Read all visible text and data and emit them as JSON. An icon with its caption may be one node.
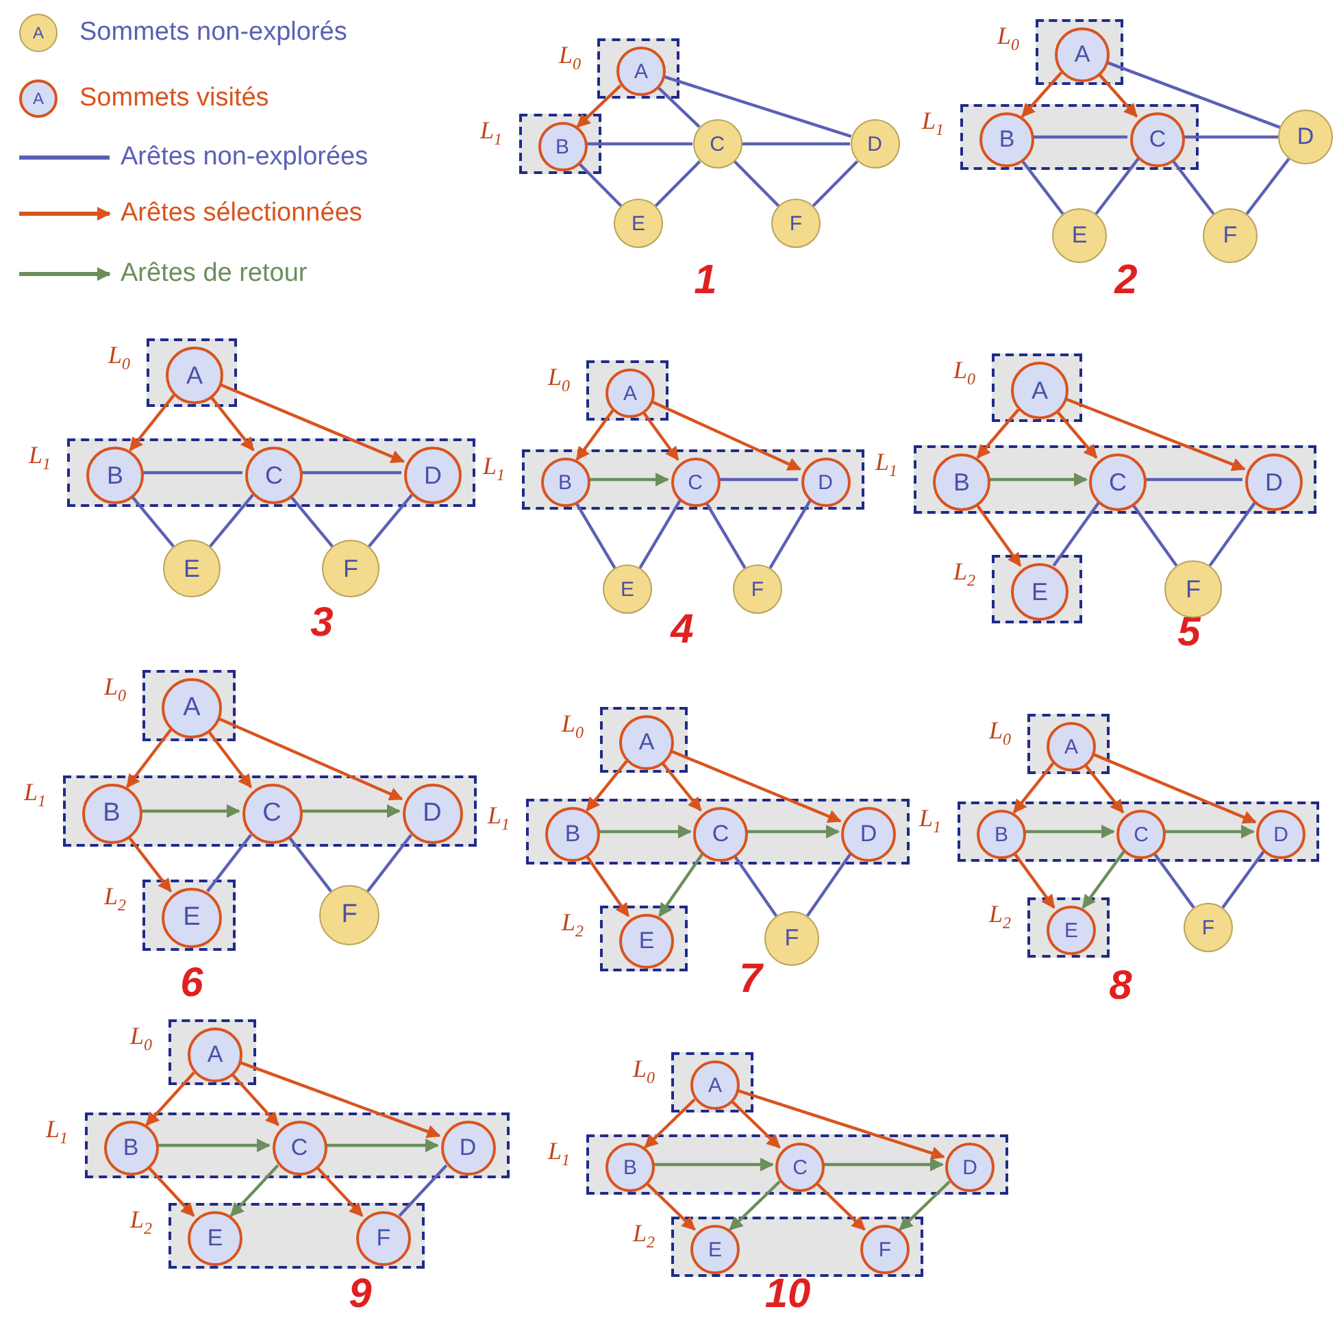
{
  "diagram": {
    "nodes": [
      {
        "text": [
          "L$_{0}$"
        ]
      },
      {
        "text": [
          "A"
        ],
        "in": 0
      },
      {
        "text": [
          "L$_{1}$"
        ]
      },
      {
        "text": [
          "B"
        ],
        "in": 2
      },
      {
        "text": [
          "C"
        ]
      },
      {
        "text": [
          "D"
        ]
      },
      {
        "text": [
          "E"
        ]
      },
      {
        "text": [
          "F"
        ]
      },
      {
        "text": [
          "L$_{0}$"
        ]
      },
      {
        "text": [
          "A"
        ],
        "in": 8
      },
      {
        "text": [
          "L$_{1}$"
        ]
      },
      {
        "text": [
          "B"
        ],
        "in": 10
      },
      {
        "text": [
          "C"
        ],
        "in": 10
      },
      {
        "text": [
          "D"
        ]
      },
      {
        "text": [
          "E"
        ]
      },
      {
        "text": [
          "F"
        ]
      },
      {
        "text": [
          "L$_{0}$"
        ]
      },
      {
        "text": [
          "A"
        ],
        "in": 16
      },
      {
        "text": [
          "L$_{1}$"
        ]
      },
      {
        "text": [
          "B"
        ],
        "in": 18
      },
      {
        "text": [
          "C"
        ],
        "in": 18
      },
      {
        "text": [
          "D"
        ],
        "in": 18
      },
      {
        "text": [
          "E"
        ]
      },
      {
        "text": [
          "F"
        ]
      },
      {
        "text": [
          "L$_{0}$"
        ]
      },
      {
        "text": [
          "A"
        ],
        "in": 24
      },
      {
        "text": [
          "L$_{1}$"
        ]
      },
      {
        "text": [
          "B"
        ],
        "in": 26
      },
      {
        "text": [
          "C"
        ],
        "in": 26
      },
      {
        "text": [
          "D"
        ],
        "in": 26
      },
      {
        "text": [
          "E"
        ]
      },
      {
        "text": [
          "F"
        ]
      },
      {
        "text": [
          "L$_{0}$"
        ]
      },
      {
        "text": [
          "A"
        ],
        "in": 32
      },
      {
        "text": [
          "L$_{1}$"
        ]
      },
      {
        "text": [
          "B"
        ],
        "in": 34
      },
      {
        "text": [
          "C"
        ],
        "in": 34
      },
      {
        "text": [
          "D"
        ],
        "in": 34
      },
      {
        "text": [
          "L$_{2}$"
        ]
      },
      {
        "text": [
          "E"
        ],
        "in": 38
      },
      {
        "text": [
          "F"
        ]
      },
      {
        "text": [
          "L$_{0}$"
        ]
      },
      {
        "text": [
          "A"
        ],
        "in": 41
      },
      {
        "text": [
          "L$_{1}$"
        ]
      },
      {
        "text": [
          "B"
        ],
        "in": 43
      },
      {
        "text": [
          "C"
        ],
        "in": 43
      },
      {
        "text": [
          "D"
        ],
        "in": 43
      },
      {
        "text": [
          "L$_{2}$"
        ]
      },
      {
        "text": [
          "E"
        ],
        "in": 47
      },
      {
        "text": [
          "F"
        ]
      },
      {
        "text": [
          "L$_{0}$"
        ]
      },
      {
        "text": [
          "A"
        ],
        "in": 50
      },
      {
        "text": [
          "L$_{1}$"
        ]
      },
      {
        "text": [
          "B"
        ],
        "in": 52
      },
      {
        "text": [
          "C"
        ],
        "in": 52
      },
      {
        "text": [
          "D"
        ],
        "in": 52
      },
      {
        "text": [
          "L$_{2}$"
        ]
      },
      {
        "text": [
          "E"
        ],
        "in": 56
      },
      {
        "text": [
          "F"
        ]
      },
      {
        "text": [
          "L$_{0}$"
        ]
      },
      {
        "text": [
          "A"
        ],
        "in": 59
      },
      {
        "text": [
          "L$_{1}$"
        ]
      },
      {
        "text": [
          "B"
        ],
        "in": 61
      },
      {
        "text": [
          "C"
        ],
        "in": 61
      },
      {
        "text": [
          "D"
        ],
        "in": 61
      },
      {
        "text": [
          "L$_{2}$"
        ]
      },
      {
        "text": [
          "E"
        ],
        "in": 65
      },
      {
        "text": [
          "F"
        ]
      },
      {
        "text": [
          "L$_{0}$"
        ]
      },
      {
        "text": [
          "A"
        ],
        "in": 68
      },
      {
        "text": [
          "L$_{1}$"
        ]
      },
      {
        "text": [
          "B"
        ],
        "in": 70
      },
      {
        "text": [
          "C"
        ],
        "in": 70
      },
      {
        "text": [
          "D"
        ],
        "in": 70
      },
      {
        "text": [
          "L$_{2}$"
        ]
      },
      {
        "text": [
          "E"
        ],
        "in": 74
      },
      {
        "text": [
          "F"
        ],
        "in": 74
      },
      {
        "text": [
          "L$_{0}$"
        ]
      },
      {
        "text": [
          "A"
        ],
        "in": 77
      },
      {
        "text": [
          "L$_{1}$"
        ]
      },
      {
        "text": [
          "B"
        ],
        "in": 79
      },
      {
        "text": [
          "C"
        ],
        "in": 79
      },
      {
        "text": [
          "D"
        ],
        "in": 79
      },
      {
        "text": [
          "L$_{2}$"
        ]
      },
      {
        "text": [
          "E"
        ],
        "in": 83
      },
      {
        "text": [
          "F"
        ],
        "in": 83
      }
    ],
    "edges": [
      {
        "from": 1,
        "to": 3,
        "arrow": "to",
        "color": "#d9531e"
      },
      {
        "from": 1,
        "to": 4,
        "arrow": "none"
      },
      {
        "from": 1,
        "to": 5,
        "arrow": "none"
      },
      {
        "from": 3,
        "to": 4,
        "arrow": "none"
      },
      {
        "from": 4,
        "to": 5,
        "arrow": "none"
      },
      {
        "from": 3,
        "to": 6,
        "arrow": "none"
      },
      {
        "from": 4,
        "to": 6,
        "arrow": "none"
      },
      {
        "from": 4,
        "to": 7,
        "arrow": "none"
      },
      {
        "from": 5,
        "to": 7,
        "arrow": "none"
      },
      {
        "from": 9,
        "to": 11,
        "arrow": "to",
        "color": "#d9531e"
      },
      {
        "from": 9,
        "to": 12,
        "arrow": "to",
        "color": "#d9531e"
      },
      {
        "from": 9,
        "to": 13,
        "arrow": "none"
      },
      {
        "from": 11,
        "to": 12,
        "arrow": "none"
      },
      {
        "from": 12,
        "to": 13,
        "arrow": "none"
      },
      {
        "from": 11,
        "to": 14,
        "arrow": "none"
      },
      {
        "from": 12,
        "to": 14,
        "arrow": "none"
      },
      {
        "from": 12,
        "to": 15,
        "arrow": "none"
      },
      {
        "from": 13,
        "to": 15,
        "arrow": "none"
      },
      {
        "from": 17,
        "to": 19,
        "arrow": "to",
        "color": "#d9531e"
      },
      {
        "from": 17,
        "to": 20,
        "arrow": "to",
        "color": "#d9531e"
      },
      {
        "from": 17,
        "to": 21,
        "arrow": "to",
        "color": "#d9531e"
      },
      {
        "from": 19,
        "to": 20,
        "arrow": "none"
      },
      {
        "from": 20,
        "to": 21,
        "arrow": "none"
      },
      {
        "from": 19,
        "to": 22,
        "arrow": "none"
      },
      {
        "from": 20,
        "to": 22,
        "arrow": "none"
      },
      {
        "from": 20,
        "to": 23,
        "arrow": "none"
      },
      {
        "from": 21,
        "to": 23,
        "arrow": "none"
      },
      {
        "from": 25,
        "to": 27,
        "arrow": "to",
        "color": "#d9531e"
      },
      {
        "from": 25,
        "to": 28,
        "arrow": "to",
        "color": "#d9531e"
      },
      {
        "from": 25,
        "to": 29,
        "arrow": "to",
        "color": "#d9531e"
      },
      {
        "from": 27,
        "to": 28,
        "arrow": "to",
        "color": "#6b8e5a"
      },
      {
        "from": 28,
        "to": 29,
        "arrow": "none"
      },
      {
        "from": 27,
        "to": 30,
        "arrow": "none"
      },
      {
        "from": 28,
        "to": 30,
        "arrow": "none"
      },
      {
        "from": 28,
        "to": 31,
        "arrow": "none"
      },
      {
        "from": 29,
        "to": 31,
        "arrow": "none"
      },
      {
        "from": 33,
        "to": 35,
        "arrow": "to",
        "color": "#d9531e"
      },
      {
        "from": 33,
        "to": 36,
        "arrow": "to",
        "color": "#d9531e"
      },
      {
        "from": 33,
        "to": 37,
        "arrow": "to",
        "color": "#d9531e"
      },
      {
        "from": 35,
        "to": 36,
        "arrow": "to",
        "color": "#6b8e5a"
      },
      {
        "from": 36,
        "to": 37,
        "arrow": "none"
      },
      {
        "from": 35,
        "to": 39,
        "arrow": "to",
        "color": "#d9531e"
      },
      {
        "from": 36,
        "to": 39,
        "arrow": "none"
      },
      {
        "from": 36,
        "to": 40,
        "arrow": "none"
      },
      {
        "from": 37,
        "to": 40,
        "arrow": "none"
      },
      {
        "from": 42,
        "to": 44,
        "arrow": "to",
        "color": "#d9531e"
      },
      {
        "from": 42,
        "to": 45,
        "arrow": "to",
        "color": "#d9531e"
      },
      {
        "from": 42,
        "to": 46,
        "arrow": "to",
        "color": "#d9531e"
      },
      {
        "from": 44,
        "to": 45,
        "arrow": "to",
        "color": "#6b8e5a"
      },
      {
        "from": 45,
        "to": 46,
        "arrow": "to",
        "color": "#6b8e5a"
      },
      {
        "from": 44,
        "to": 48,
        "arrow": "to",
        "color": "#d9531e"
      },
      {
        "from": 45,
        "to": 48,
        "arrow": "none"
      },
      {
        "from": 45,
        "to": 49,
        "arrow": "none"
      },
      {
        "from": 46,
        "to": 49,
        "arrow": "none"
      },
      {
        "from": 51,
        "to": 53,
        "arrow": "to",
        "color": "#d9531e"
      },
      {
        "from": 51,
        "to": 54,
        "arrow": "to",
        "color": "#d9531e"
      },
      {
        "from": 51,
        "to": 55,
        "arrow": "to",
        "color": "#d9531e"
      },
      {
        "from": 53,
        "to": 54,
        "arrow": "to",
        "color": "#6b8e5a"
      },
      {
        "from": 54,
        "to": 55,
        "arrow": "to",
        "color": "#6b8e5a"
      },
      {
        "from": 53,
        "to": 57,
        "arrow": "to",
        "color": "#d9531e"
      },
      {
        "from": 54,
        "to": 57,
        "arrow": "to",
        "color": "#6b8e5a"
      },
      {
        "from": 54,
        "to": 58,
        "arrow": "none"
      },
      {
        "from": 55,
        "to": 58,
        "arrow": "none"
      },
      {
        "from": 60,
        "to": 62,
        "arrow": "to",
        "color": "#d9531e"
      },
      {
        "from": 60,
        "to": 63,
        "arrow": "to",
        "color": "#d9531e"
      },
      {
        "from": 60,
        "to": 64,
        "arrow": "to",
        "color": "#d9531e"
      },
      {
        "from": 62,
        "to": 63,
        "arrow": "to",
        "color": "#6b8e5a"
      },
      {
        "from": 63,
        "to": 64,
        "arrow": "to",
        "color": "#6b8e5a"
      },
      {
        "from": 62,
        "to": 66,
        "arrow": "to",
        "color": "#d9531e"
      },
      {
        "from": 63,
        "to": 66,
        "arrow": "to",
        "color": "#6b8e5a"
      },
      {
        "from": 63,
        "to": 67,
        "arrow": "none"
      },
      {
        "from": 64,
        "to": 67,
        "arrow": "none"
      },
      {
        "from": 69,
        "to": 71,
        "arrow": "to",
        "color": "#d9531e"
      },
      {
        "from": 69,
        "to": 72,
        "arrow": "to",
        "color": "#d9531e"
      },
      {
        "from": 69,
        "to": 73,
        "arrow": "to",
        "color": "#d9531e"
      },
      {
        "from": 71,
        "to": 72,
        "arrow": "to",
        "color": "#6b8e5a"
      },
      {
        "from": 72,
        "to": 73,
        "arrow": "to",
        "color": "#6b8e5a"
      },
      {
        "from": 71,
        "to": 75,
        "arrow": "to",
        "color": "#d9531e"
      },
      {
        "from": 72,
        "to": 75,
        "arrow": "to",
        "color": "#6b8e5a"
      },
      {
        "from": 72,
        "to": 76,
        "arrow": "to",
        "color": "#d9531e"
      },
      {
        "from": 73,
        "to": 76,
        "arrow": "none"
      },
      {
        "from": 78,
        "to": 80,
        "arrow": "to",
        "color": "#d9531e"
      },
      {
        "from": 78,
        "to": 81,
        "arrow": "to",
        "color": "#d9531e"
      },
      {
        "from": 78,
        "to": 82,
        "arrow": "to",
        "color": "#d9531e"
      },
      {
        "from": 80,
        "to": 81,
        "arrow": "to",
        "color": "#6b8e5a"
      },
      {
        "from": 81,
        "to": 82,
        "arrow": "to",
        "color": "#6b8e5a"
      },
      {
        "from": 80,
        "to": 84,
        "arrow": "to",
        "color": "#d9531e"
      },
      {
        "from": 81,
        "to": 84,
        "arrow": "to",
        "color": "#6b8e5a"
      },
      {
        "from": 81,
        "to": 85,
        "arrow": "to",
        "color": "#d9531e"
      },
      {
        "from": 82,
        "to": 85,
        "arrow": "to",
        "color": "#6b8e5a"
      }
    ],
    "labels": [
      "A",
      "A",
      "1",
      "2",
      "3",
      "4",
      "5",
      "6",
      "7",
      "8",
      "9",
      "10"
    ],
    "legend": [
      {
        "text": "Sommets non-explorés"
      },
      {
        "text": "Sommets visités"
      },
      {
        "text": "Arêtes non-explorées"
      },
      {
        "text": "Arêtes sélectionnées"
      },
      {
        "text": "Arêtes de retour"
      }
    ]
  }
}
